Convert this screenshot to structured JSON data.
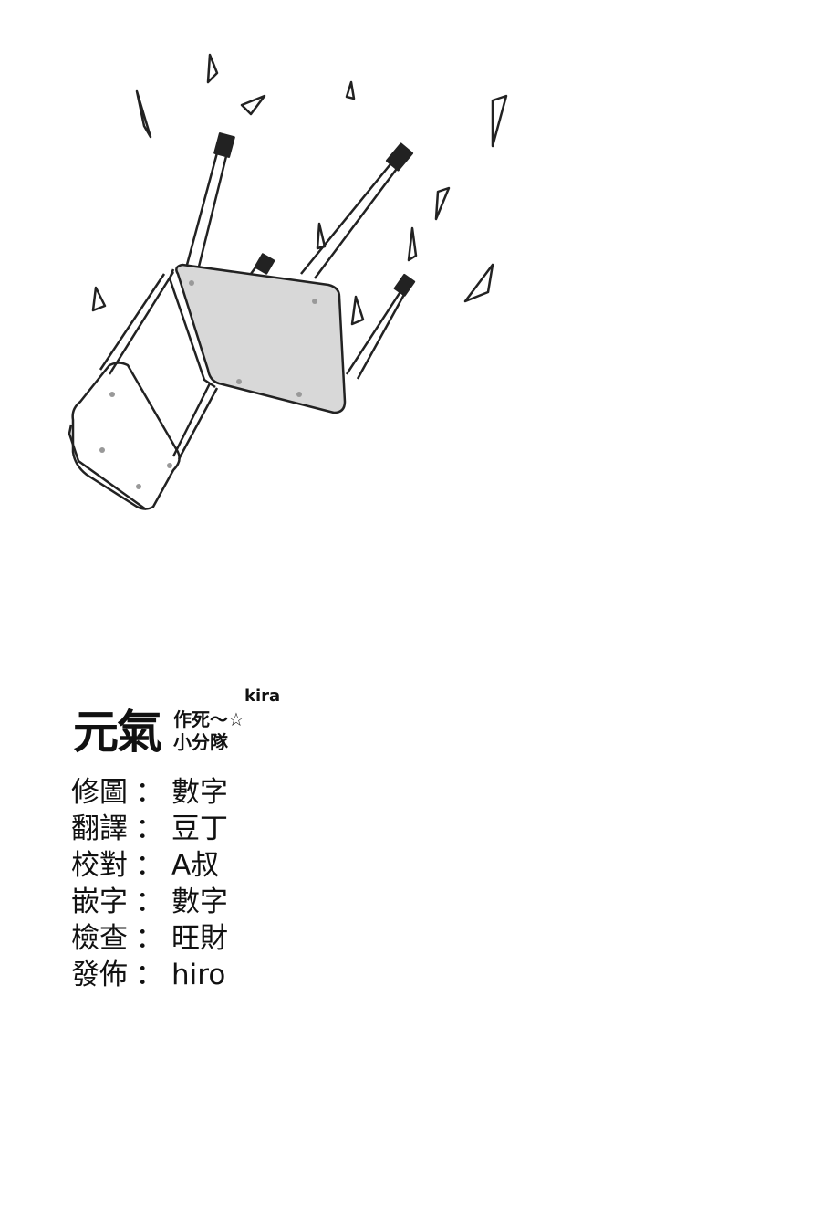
{
  "logo": {
    "main": "元氣",
    "sub_line1": "作死～☆",
    "sub_line2": "小分隊",
    "kira": "kira"
  },
  "credits": [
    {
      "role": "修圖",
      "name": "數字"
    },
    {
      "role": "翻譯",
      "name": "豆丁"
    },
    {
      "role": "校對",
      "name": "A叔"
    },
    {
      "role": "嵌字",
      "name": "數字"
    },
    {
      "role": "檢查",
      "name": "旺財"
    },
    {
      "role": "發佈",
      "name": "hiro"
    }
  ],
  "separator": "："
}
